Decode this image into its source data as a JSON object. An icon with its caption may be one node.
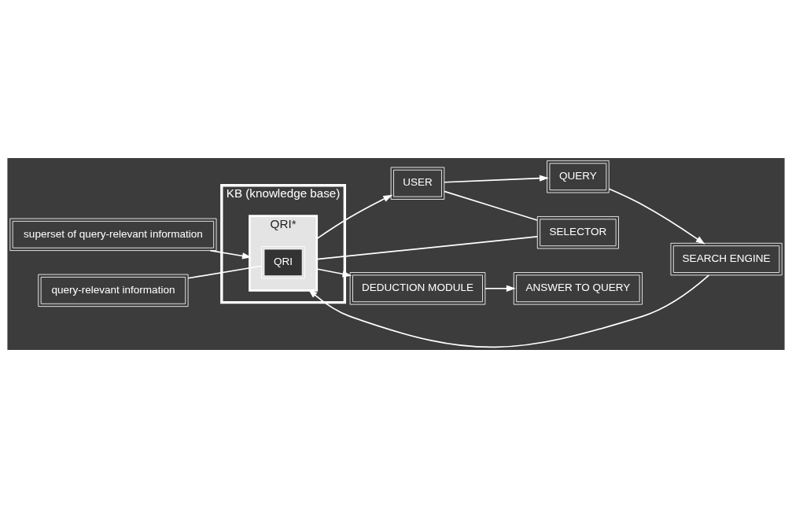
{
  "diagram": {
    "nodes": [
      {
        "text": [
          "KB (knowledge base)"
        ]
      },
      {
        "text": [
          "QRI*"
        ],
        "in": 0
      },
      {
        "text": [
          "QRI"
        ],
        "in": 1
      },
      {
        "text": [
          "USER"
        ]
      },
      {
        "text": [
          "QUERY"
        ]
      },
      {
        "text": [
          "SEARCH ENGINE"
        ]
      },
      {
        "text": [
          "SELECTOR"
        ]
      },
      {
        "text": [
          "DEDUCTION MODULE"
        ]
      },
      {
        "text": [
          "ANSWER TO QUERY"
        ]
      },
      {
        "text": [
          "superset of query-relevant information"
        ]
      },
      {
        "text": [
          "query-relevant information"
        ]
      }
    ],
    "edges": [
      {
        "from": 1,
        "to": 3,
        "arrow": "to"
      },
      {
        "from": 3,
        "to": 4,
        "arrow": "to"
      },
      {
        "from": 4,
        "to": 5,
        "arrow": "to"
      },
      {
        "from": 5,
        "to": 1,
        "arrow": "to"
      },
      {
        "from": 3,
        "to": 6,
        "arrow": "none"
      },
      {
        "from": 6,
        "to": 1,
        "arrow": "none"
      },
      {
        "from": 1,
        "to": 7,
        "arrow": "to"
      },
      {
        "from": 7,
        "to": 8,
        "arrow": "to"
      },
      {
        "from": 9,
        "to": 1,
        "arrow": "to"
      },
      {
        "from": 10,
        "to": 2,
        "arrow": "none"
      }
    ]
  }
}
